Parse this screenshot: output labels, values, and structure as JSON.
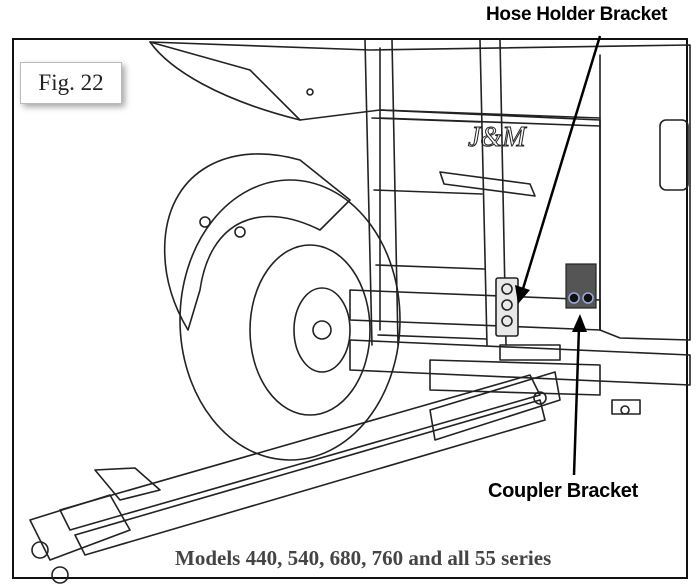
{
  "figure": {
    "label": "Fig. 22",
    "caption": "Models 440, 540, 680, 760 and all 55 series",
    "brand_mark": "J&M"
  },
  "callouts": {
    "hose_holder": "Hose Holder Bracket",
    "coupler": "Coupler  Bracket"
  },
  "colors": {
    "line": "#222222",
    "bracket_fill": "#555555",
    "frame": "#111111"
  }
}
